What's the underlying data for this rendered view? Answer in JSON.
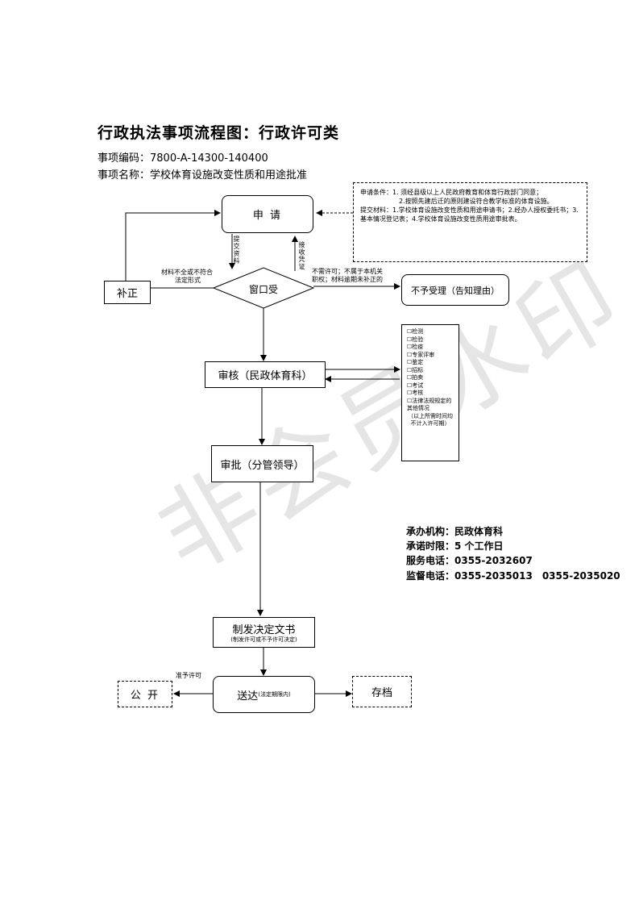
{
  "header": {
    "title": "行政执法事项流程图：行政许可类",
    "code": "事项编码：7800-A-14300-140400",
    "name": "事项名称：学校体育设施改变性质和用途批准"
  },
  "nodes": {
    "apply": "申 请",
    "window": "窗口受",
    "correct": "补正",
    "reject": "不予受理（告知理由）",
    "review": "审核（民政体育科）",
    "approve": "审批（分管领导）",
    "decision": "制发决定文书",
    "decision_sub": "(制发许可或不予许可决定)",
    "deliver": "送达",
    "deliver_sub": "(法定期限内)",
    "publish": "公 开",
    "archive": "存档"
  },
  "conditions": {
    "line1": "申请条件：1. 须经县级以上人民政府教育和体育行政部门同意；",
    "line2": "2.按照先建后迁的原则建设符合教学标准的体育设施。",
    "line3": "提交材料：1.学校体育设施改变性质和用途申请书；2.经办人授权委托书；3.基本情况登记表；4.学校体育设施改变性质用途审批表。"
  },
  "edge_labels": {
    "submit": "提交资料",
    "receipt": "接收凭证",
    "insufficient1": "材料不全或不符合",
    "insufficient2": "法定形式",
    "not_permit1": "不需许可；不属于本机关",
    "not_permit2": "职权；材料逾期未补正的",
    "grant": "准予许可"
  },
  "checks": [
    "☐检测",
    "☐检验",
    "☐检疫",
    "☐专家评审",
    "☐鉴定",
    "☐招标",
    "☐拍卖",
    "☐考试",
    "☐考核",
    "☐法律法规规定的其他情况",
    "（以上所需时间均不计入许可期）"
  ],
  "info": {
    "org": "承办机构：民政体育科",
    "time": "承诺时限：5 个工作日",
    "phone": "服务电话：0355-2032607",
    "supervise": "监督电话：0355-2035013　0355-2035020"
  },
  "watermark": "非会员水印"
}
